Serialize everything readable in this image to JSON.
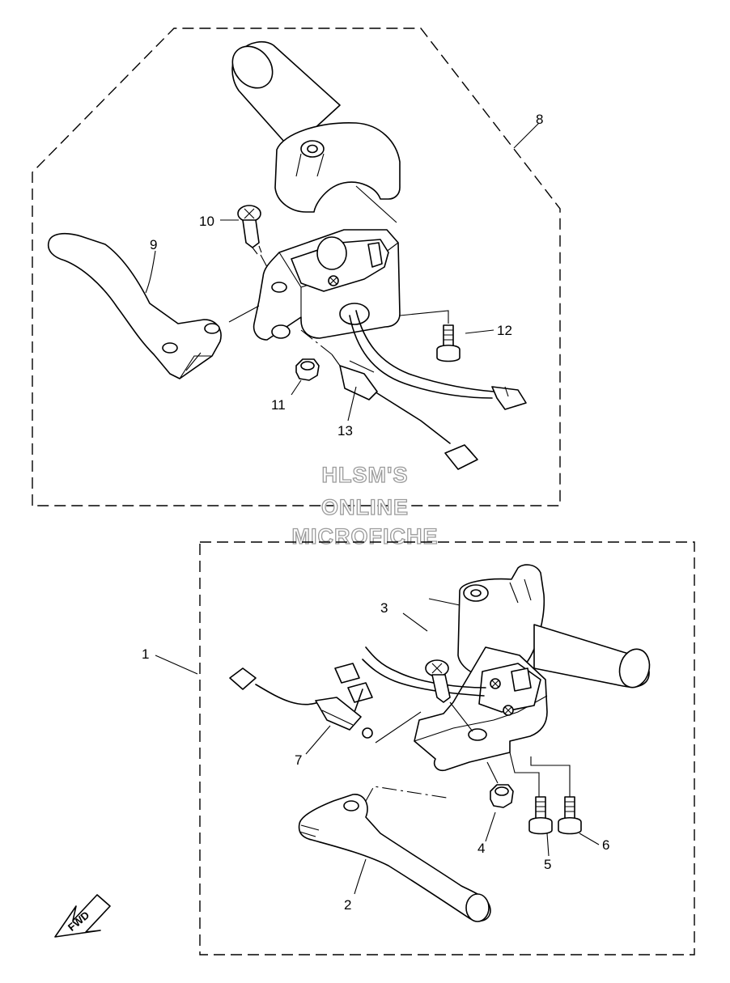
{
  "callouts": {
    "c1": "1",
    "c2": "2",
    "c3": "3",
    "c4": "4",
    "c5": "5",
    "c6": "6",
    "c7": "7",
    "c8": "8",
    "c9": "9",
    "c10": "10",
    "c11": "11",
    "c12": "12",
    "c13": "13"
  },
  "watermark": {
    "line1": "HLSM'S",
    "line2": "ONLINE",
    "line3": "MICROFICHE"
  },
  "direction_label": "FWD"
}
